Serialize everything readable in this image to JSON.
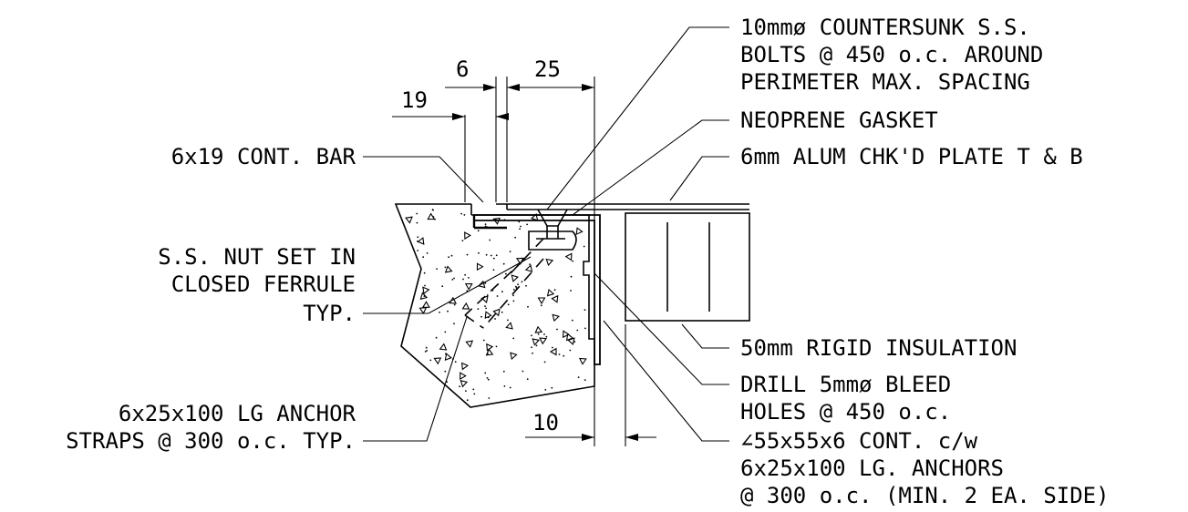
{
  "dimensions": {
    "d6": "6",
    "d25": "25",
    "d19": "19",
    "d10": "10"
  },
  "labels": {
    "bolts": [
      "10mmø COUNTERSUNK S.S.",
      "BOLTS @ 450 o.c. AROUND",
      "PERIMETER MAX. SPACING"
    ],
    "gasket": "NEOPRENE GASKET",
    "plate": "6mm ALUM CHK'D PLATE T & B",
    "bar": "6x19 CONT. BAR",
    "nut": [
      "S.S. NUT SET IN",
      "CLOSED FERRULE",
      "TYP."
    ],
    "insulation": "50mm RIGID INSULATION",
    "drill": [
      "DRILL 5mmø BLEED",
      "HOLES @ 450 o.c."
    ],
    "angle": [
      "∠55x55x6 CONT. c/w",
      "6x25x100 LG. ANCHORS",
      "@ 300 o.c. (MIN. 2 EA. SIDE)"
    ],
    "straps": [
      "6x25x100 LG ANCHOR",
      "STRAPS @ 300 o.c. TYP."
    ]
  }
}
